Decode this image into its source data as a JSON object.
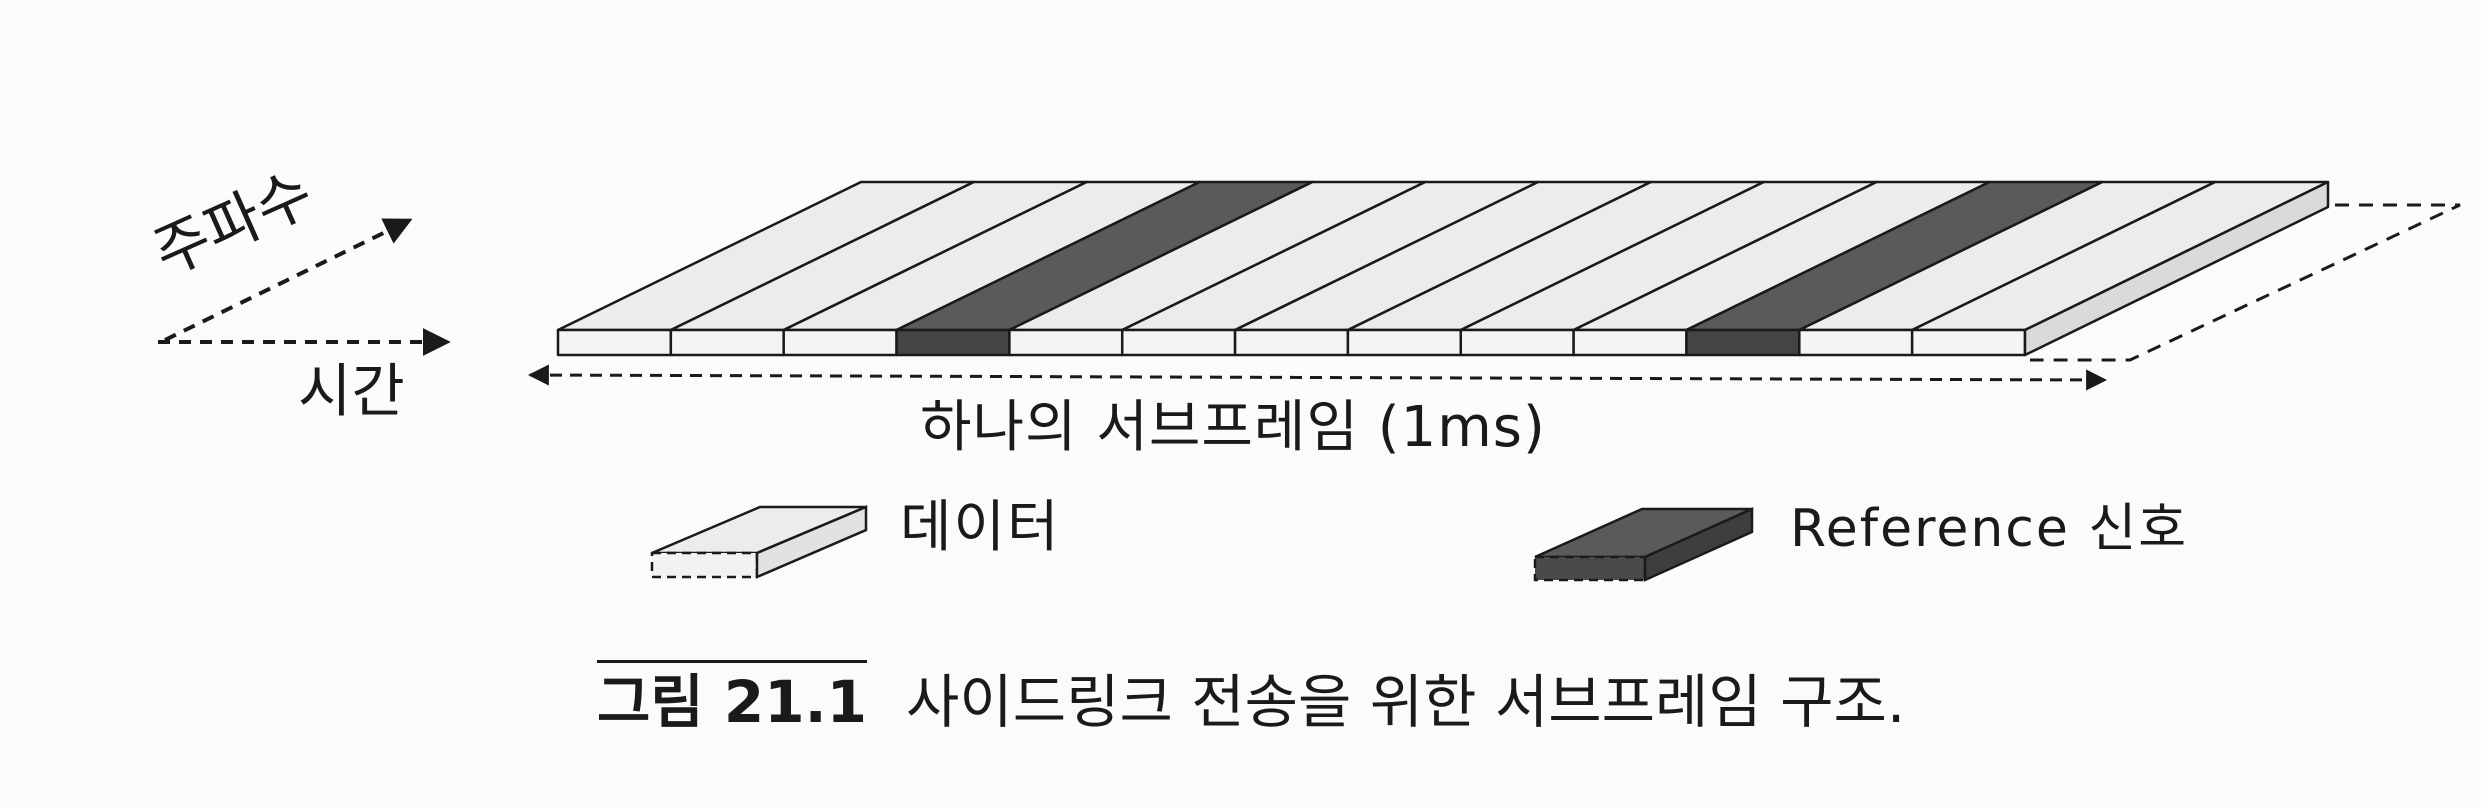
{
  "axes": {
    "frequency_label": "주파수",
    "time_label": "시간"
  },
  "subframe": {
    "label": "하나의 서브프레임 (1ms)",
    "columns": [
      "data",
      "data",
      "data",
      "reference",
      "data",
      "data",
      "data",
      "data",
      "data",
      "data",
      "reference",
      "data",
      "data"
    ]
  },
  "legend": {
    "data_label": "데이터",
    "reference_label": "Reference 신호"
  },
  "caption": {
    "label": "그림 21.1",
    "text": "사이드링크 전송을 위한 서브프레임 구조."
  },
  "colors": {
    "data_fill": "#ececec",
    "reference_fill": "#5a5a5a",
    "line": "#1a1a1a"
  }
}
